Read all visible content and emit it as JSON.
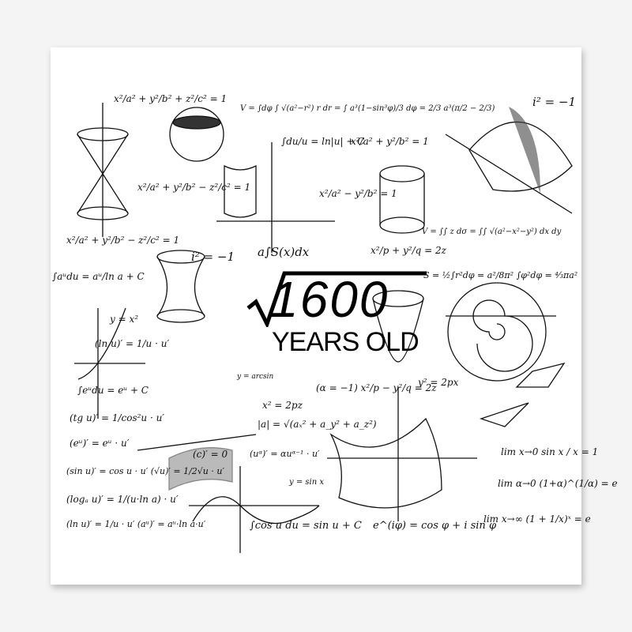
{
  "title": {
    "number": "1600",
    "subtitle": "YEARS OLD"
  },
  "formulas": [
    "x²/a² + y²/b² + z²/c² = 1",
    "V = ∫dφ ∫ √(a²−r²) r dr = ∫ a³(1−sin³φ)/3 dφ = 2/3 a³(π/2 − 2/3)",
    "i² = −1",
    "∫du/u = ln|u| + C",
    "x²/a² + y²/b² = 1",
    "x²/a² + y²/b² − z²/c² = 1",
    "x²/a² − y²/b² = 1",
    "V = ∫∫ z dσ = ∫∫ √(a²−x²−y²) dx dy",
    "x²/a² + y²/b² − z²/c² = 1",
    "i² = −1",
    "a∫S(x)dx",
    "x²/p + y²/q = 2z",
    "∫aᵘdu = aᵘ/ln a + C",
    "S = ½∫r²dφ = a²/8π² ∫φ²dφ = ⁴⁄₃πa²",
    "y = x²",
    "(ln u)′ = 1/u · u′",
    "y = arcsin",
    "∫eᵘdu = eᵘ + C",
    "(α = −1)  x²/p − y²/q = 2z",
    "y² = 2px",
    "x² = 2pz",
    "(tg u)′ = 1/cos²u · u′",
    "|a| = √(aₓ² + a_y² + a_z²)",
    "(eᵘ)′ = eᵘ · u′",
    "(c)′ = 0",
    "(uᵅ)′ = αuᵅ⁻¹ · u′",
    "lim x→0  sin x / x = 1",
    "(sin u)′ = cos u · u′   (√u)′ = 1/2√u · u′",
    "y = sin x",
    "lim α→0 (1+α)^(1/α) = e",
    "(logₐ u)′ = 1/(u·ln a) · u′",
    "(ln u)′ = 1/u · u′   (aᵘ)′ = aᵘ·ln a·u′",
    "∫cos u du = sin u + C",
    "e^(iφ) = cos φ + i sin φ",
    "lim x→∞ (1 + 1/x)ˣ = e"
  ]
}
